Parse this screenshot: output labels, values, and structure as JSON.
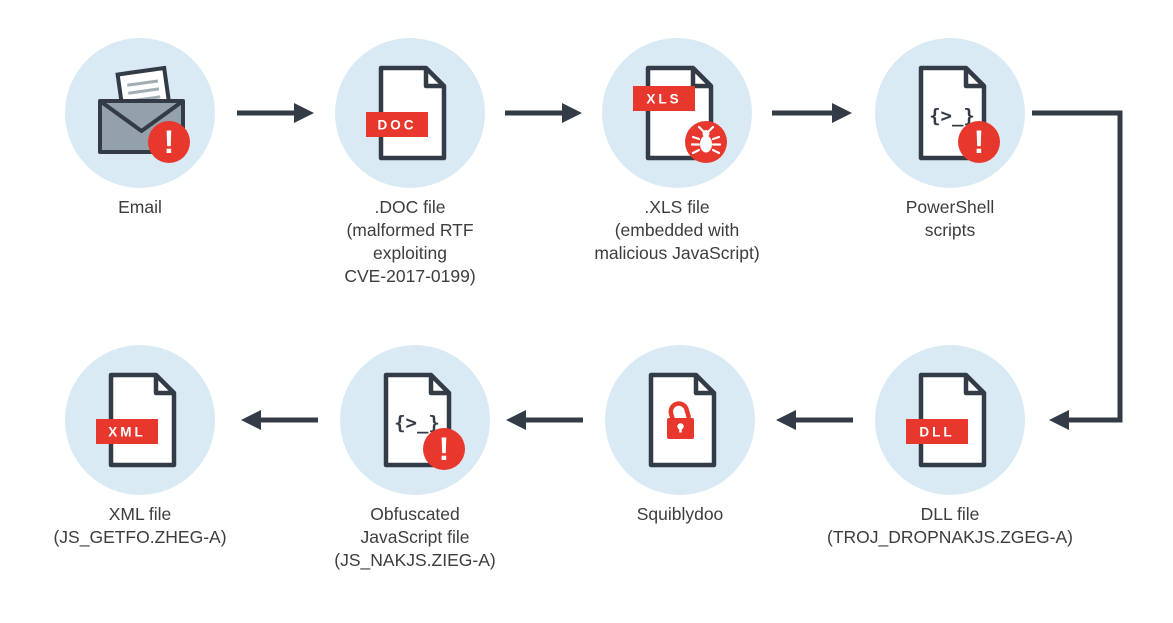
{
  "colors": {
    "accent_red": "#e8372d",
    "circle_blue": "#daeaf5",
    "outline_dark": "#333b46",
    "envelope_gray": "#93a1ab",
    "text": "#3d3d3d"
  },
  "icons": {
    "alert_glyph": "!",
    "code_glyph": "{>_}"
  },
  "nodes": [
    {
      "id": "email",
      "label": "Email"
    },
    {
      "id": "doc",
      "label": ".DOC file\n(malformed RTF\nexploiting\nCVE-2017-0199)",
      "badge": "DOC"
    },
    {
      "id": "xls",
      "label": ".XLS file\n(embedded with\nmalicious JavaScript)",
      "badge": "XLS"
    },
    {
      "id": "powershell",
      "label": "PowerShell\nscripts"
    },
    {
      "id": "xml",
      "label": "XML file\n(JS_GETFO.ZHEG-A)",
      "badge": "XML"
    },
    {
      "id": "obfuscated_js",
      "label": "Obfuscated\nJavaScript file\n(JS_NAKJS.ZIEG-A)"
    },
    {
      "id": "squiblydoo",
      "label": "Squiblydoo"
    },
    {
      "id": "dll",
      "label": "DLL file\n(TROJ_DROPNAKJS.ZGEG-A)",
      "badge": "DLL"
    }
  ]
}
